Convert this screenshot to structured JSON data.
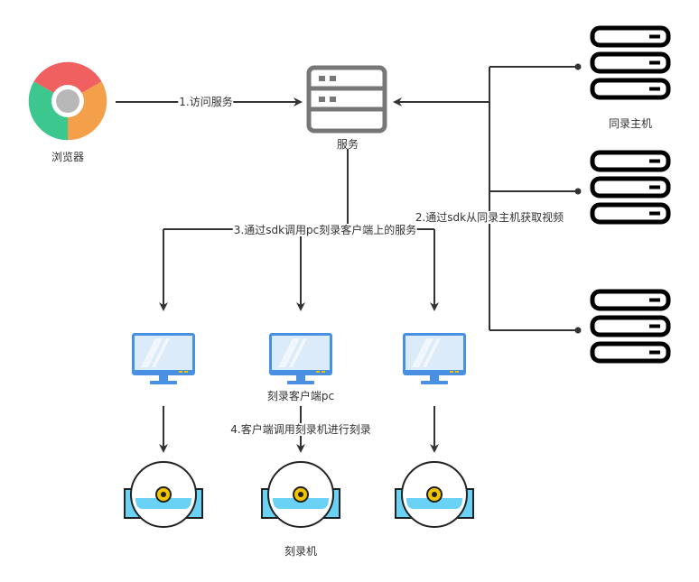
{
  "nodes": {
    "browser": "浏览器",
    "service": "服务",
    "host": "同录主机",
    "client": "刻录客户端pc",
    "burner": "刻录机"
  },
  "edges": {
    "e1": "1.访问服务",
    "e2": "2.通过sdk从同录主机获取视频",
    "e3": "3.通过sdk调用pc刻录客户端上的服务",
    "e4": "4.客户端调用刻录机进行刻录"
  },
  "colors": {
    "line": "#333333",
    "server_stroke": "#777777",
    "host_stroke": "#000000",
    "monitor_frame": "#4a90e2",
    "monitor_screen": "#dcebfa",
    "disc_tray": "#69d2f5",
    "disc_center": "#f2c500"
  }
}
